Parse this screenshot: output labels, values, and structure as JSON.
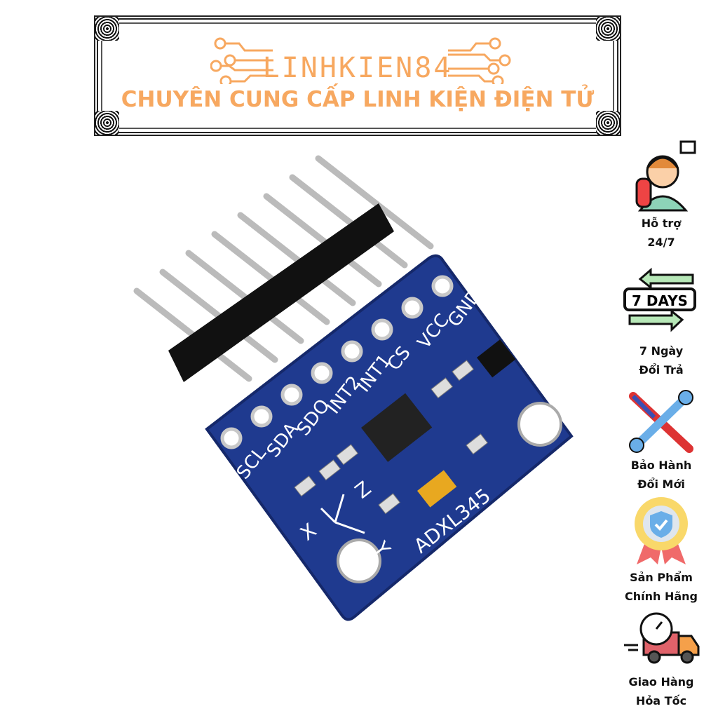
{
  "banner": {
    "brand": "LINHKIEN84",
    "tagline": "CHUYÊN CUNG CẤP LINH KIỆN ĐIỆN TỬ",
    "color": "#f7a860"
  },
  "product": {
    "name": "ADXL345",
    "pins": [
      "SCL",
      "SDA",
      "SDO",
      "INT2",
      "INT1",
      "CS",
      "VCC",
      "GND"
    ],
    "axes": [
      "X",
      "Y",
      "Z"
    ],
    "board_color": "#1f3a8f"
  },
  "features": [
    {
      "icon": "support-agent-icon",
      "line1": "Hỗ trợ",
      "line2": "24/7"
    },
    {
      "icon": "seven-days-return-icon",
      "line1": "7 Ngày",
      "line2": "Đổi Trả",
      "badge": "7 DAYS"
    },
    {
      "icon": "tools-warranty-icon",
      "line1": "Bảo Hành",
      "line2": "Đổi Mới"
    },
    {
      "icon": "genuine-badge-icon",
      "line1": "Sản Phẩm",
      "line2": "Chính Hãng"
    },
    {
      "icon": "fast-delivery-truck-icon",
      "line1": "Giao Hàng",
      "line2": "Hỏa Tốc"
    }
  ]
}
